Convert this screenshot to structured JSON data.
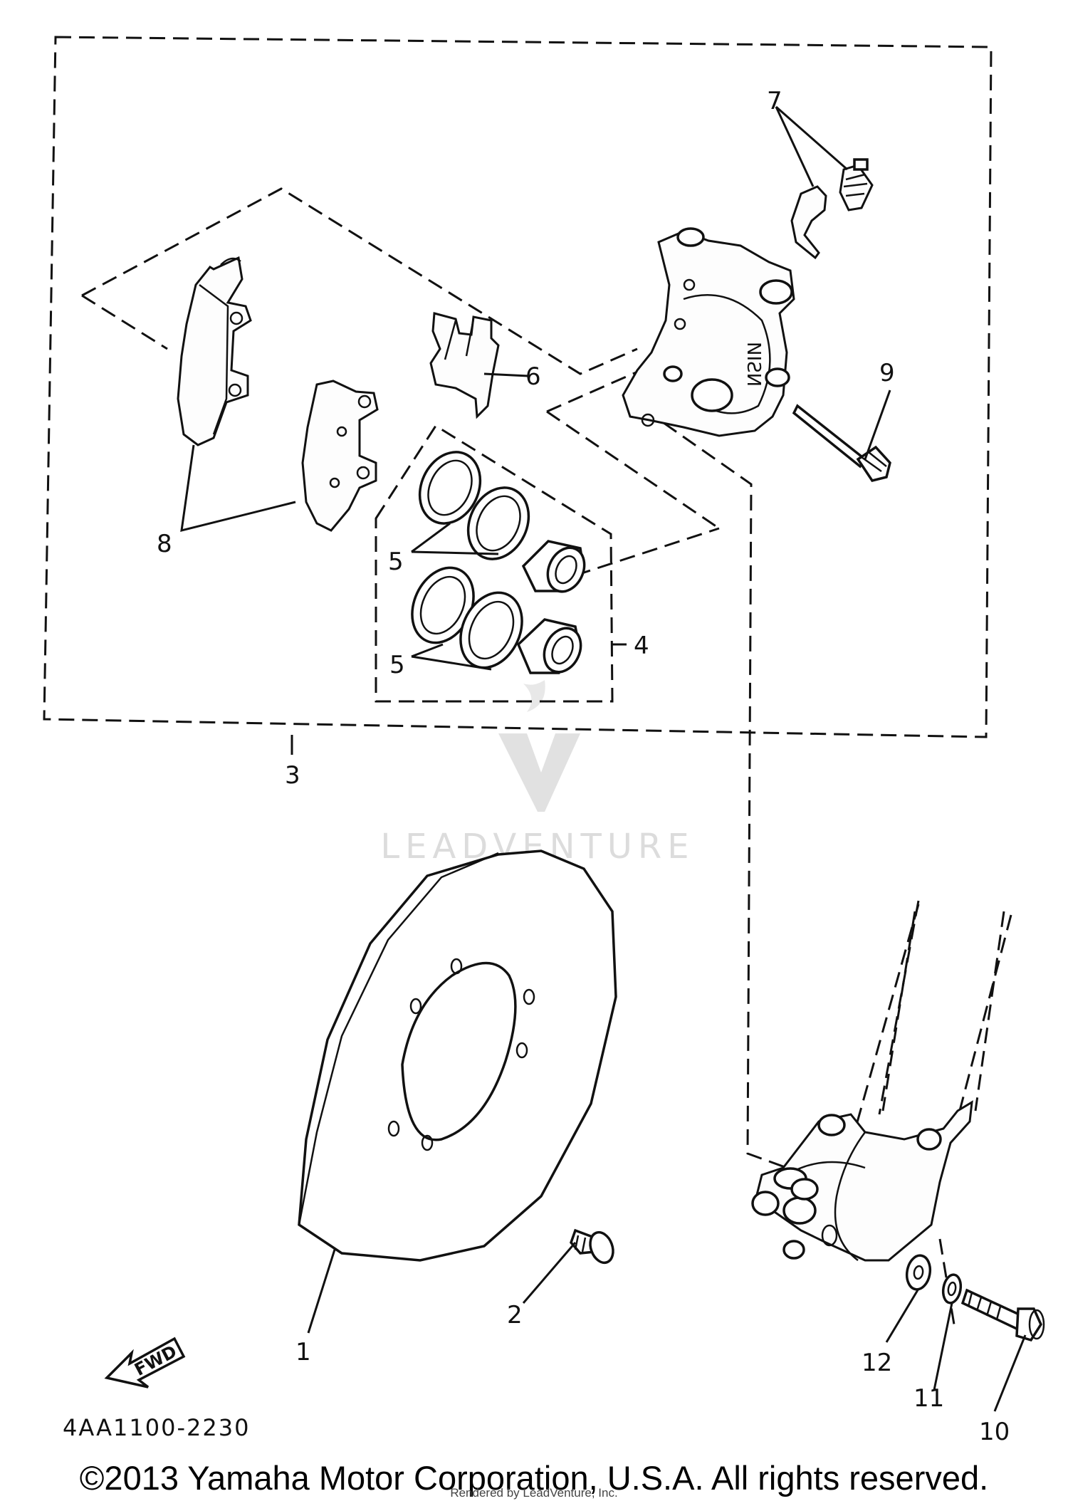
{
  "diagram": {
    "callouts": {
      "c1": "1",
      "c2": "2",
      "c3": "3",
      "c4": "4",
      "c5a": "5",
      "c5b": "5",
      "c6": "6",
      "c7": "7",
      "c8": "8",
      "c9": "9",
      "c10": "10",
      "c11": "11",
      "c12": "12"
    },
    "fwd_label": "FWD",
    "figure_code": "4AA1100-2230",
    "watermark": "LEADVENTURE"
  },
  "footer": {
    "copyright": "©2013 Yamaha Motor Corporation, U.S.A. All rights reserved.",
    "rendered_by": "Rendered by LeadVenture, Inc."
  }
}
